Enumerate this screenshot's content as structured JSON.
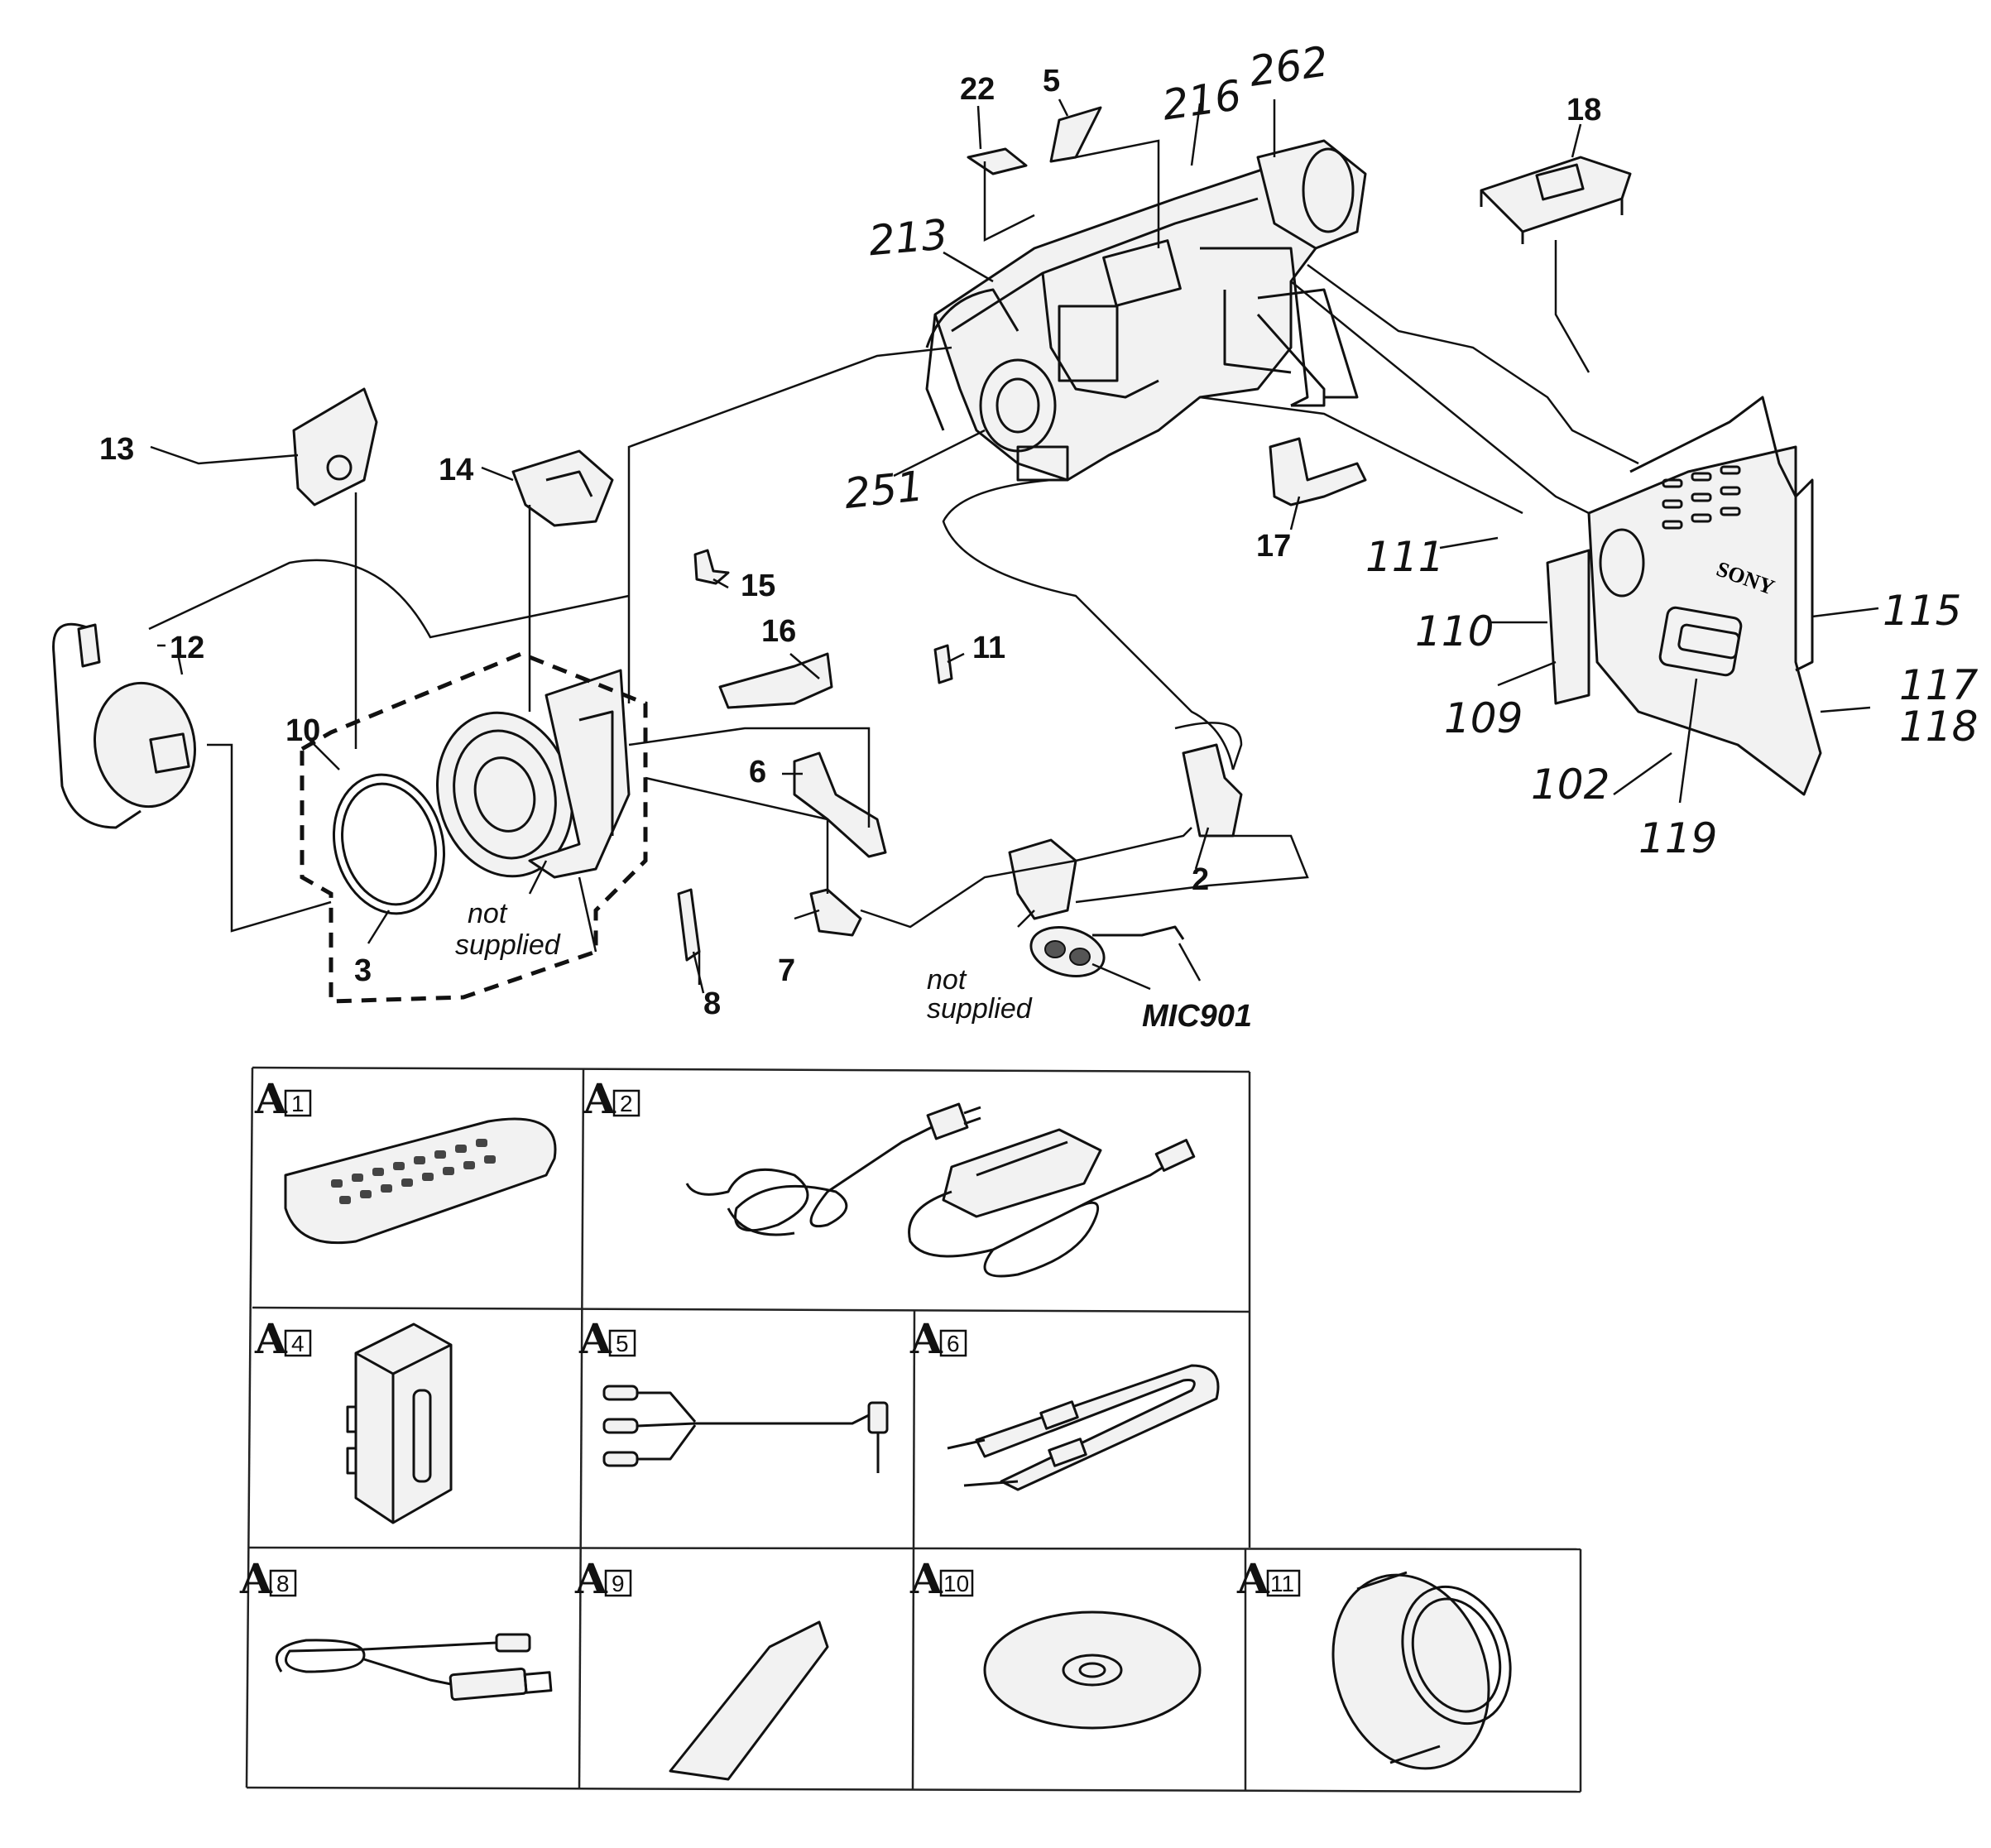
{
  "diagram": {
    "callouts": {
      "p2": "2",
      "p3": "3",
      "p5": "5",
      "p6": "6",
      "p7": "7",
      "p8": "8",
      "p10": "10",
      "p11": "11",
      "p12": "12",
      "p13": "13",
      "p14": "14",
      "p15": "15",
      "p16": "16",
      "p17": "17",
      "p18": "18",
      "p22": "22",
      "p102": "102",
      "p109": "109",
      "p110": "110",
      "p111": "111",
      "p115": "115",
      "p117": "117",
      "p118": "118",
      "p119": "119",
      "p213": "213",
      "p216": "216",
      "p251": "251",
      "p262": "262",
      "mic": "MIC901"
    },
    "notes": {
      "not_supplied_1_line1": "not",
      "not_supplied_1_line2": "supplied",
      "not_supplied_2_line1": "not",
      "not_supplied_2_line2": "supplied"
    },
    "brand": "SONY"
  },
  "accessories": [
    {
      "mark": "A",
      "num": "1",
      "icon": "remote-control-icon"
    },
    {
      "mark": "A",
      "num": "2",
      "icon": "ac-adaptor-icon"
    },
    {
      "mark": "A",
      "num": "4",
      "icon": "battery-pack-icon"
    },
    {
      "mark": "A",
      "num": "5",
      "icon": "av-cable-icon"
    },
    {
      "mark": "A",
      "num": "6",
      "icon": "shoulder-strap-icon"
    },
    {
      "mark": "A",
      "num": "8",
      "icon": "usb-cable-icon"
    },
    {
      "mark": "A",
      "num": "9",
      "icon": "cleaning-cloth-icon"
    },
    {
      "mark": "A",
      "num": "10",
      "icon": "cd-rom-icon"
    },
    {
      "mark": "A",
      "num": "11",
      "icon": "lens-hood-icon"
    }
  ]
}
